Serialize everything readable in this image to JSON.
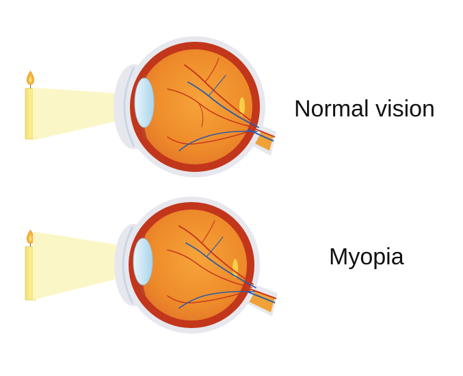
{
  "labels": {
    "normal": "Normal vision",
    "myopia": "Myopia"
  },
  "panels": [
    {
      "name": "normal-vision",
      "focus": "on-retina"
    },
    {
      "name": "myopia",
      "focus": "in-front-of-retina"
    }
  ],
  "colors": {
    "background": "#ffffff",
    "candle": "#f7ec8a",
    "light_beam": "#fbf6c2",
    "sclera": "#e7e8ee",
    "eye_outer": "#c2361b",
    "eye_inner": "#ee8b2a",
    "vessel_red": "#c93a1f",
    "vessel_blue": "#2b5aa8",
    "lens": "#cfe8f4",
    "label_text": "#111111"
  },
  "icons": [
    "candle-icon",
    "flame-icon",
    "eye-cross-section-icon"
  ]
}
